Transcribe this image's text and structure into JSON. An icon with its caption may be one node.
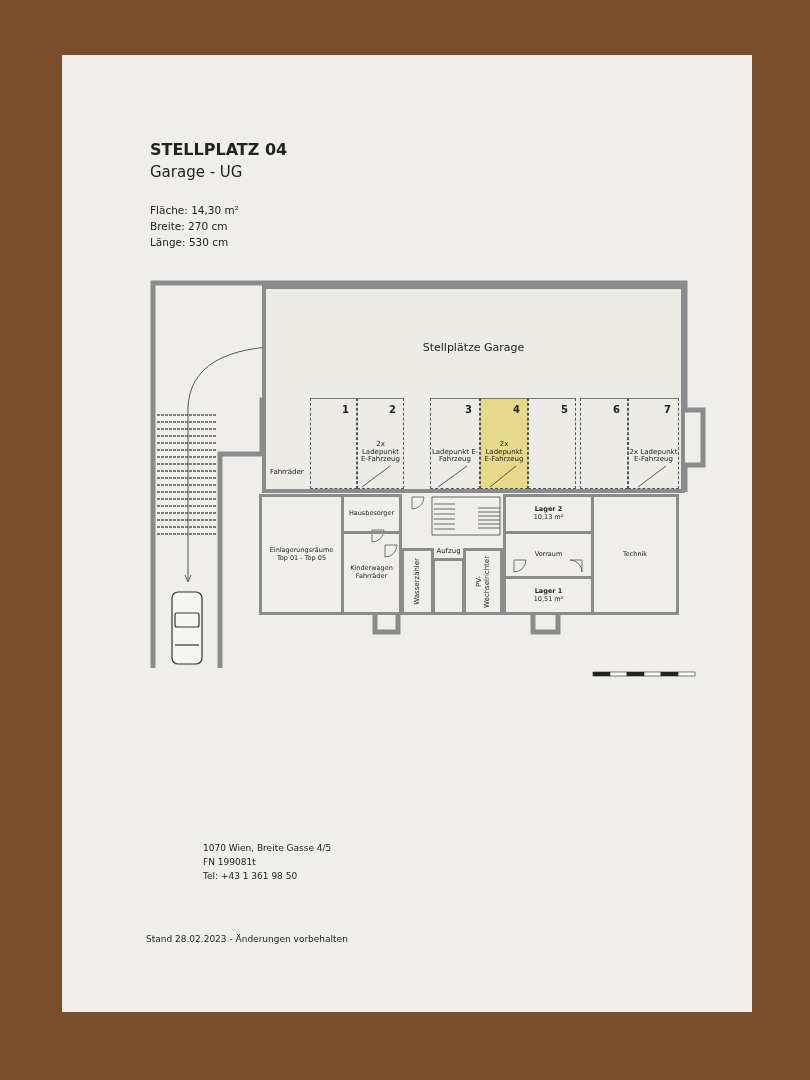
{
  "diagram": {
    "title": "STELLPLATZ 04",
    "nodes": [
      {
        "text": [
          "Stellplätze Garage"
        ]
      },
      {
        "text": [
          "1"
        ],
        "in": 0
      },
      {
        "text": [
          "2",
          "2x Ladepunkt E-Fahrzeug"
        ],
        "in": 0
      },
      {
        "text": [
          "3",
          "Ladepunkt E-Fahrzeug"
        ],
        "in": 0
      },
      {
        "text": [
          "4",
          "2x Ladepunkt E-Fahrzeug"
        ],
        "in": 0
      },
      {
        "text": [
          "5"
        ],
        "in": 0
      },
      {
        "text": [
          "6"
        ],
        "in": 0
      },
      {
        "text": [
          "7",
          "2x Ladepunkt E-Fahrzeug"
        ],
        "in": 0
      },
      {
        "text": [
          "Hausbesorger"
        ]
      },
      {
        "text": [
          "Einlagerungsräume Top 01 - Top 05"
        ]
      },
      {
        "text": [
          "Kinderwagen Fahrräder"
        ]
      },
      {
        "text": [
          "Wasserzähler"
        ]
      },
      {
        "text": [
          "Aufzug"
        ]
      },
      {
        "text": [
          "PV-Wechselrichter"
        ]
      },
      {
        "text": [
          "Lager 2",
          "10,13 m²"
        ]
      },
      {
        "text": [
          "Vorraum"
        ]
      },
      {
        "text": [
          "Lager 1",
          "10,51 m²"
        ]
      },
      {
        "text": [
          "Technik"
        ]
      }
    ],
    "edges": [
      {
        "from": 2,
        "to": null,
        "arrow": "none"
      },
      {
        "from": 3,
        "to": null,
        "arrow": "none"
      },
      {
        "from": 4,
        "to": null,
        "arrow": "none"
      },
      {
        "from": 7,
        "to": null,
        "arrow": "none"
      }
    ],
    "labels": [
      "Garage - UG",
      "Fläche: 14,30 m²",
      "Breite: 270 cm",
      "Länge: 530 cm",
      "Fahrräder",
      "1070 Wien, Breite Gasse 4/5",
      "FN 199081t",
      "Tel: +43 1 361 98 50",
      "Stand 28.02.2023 - Änderungen vorbehalten"
    ]
  }
}
